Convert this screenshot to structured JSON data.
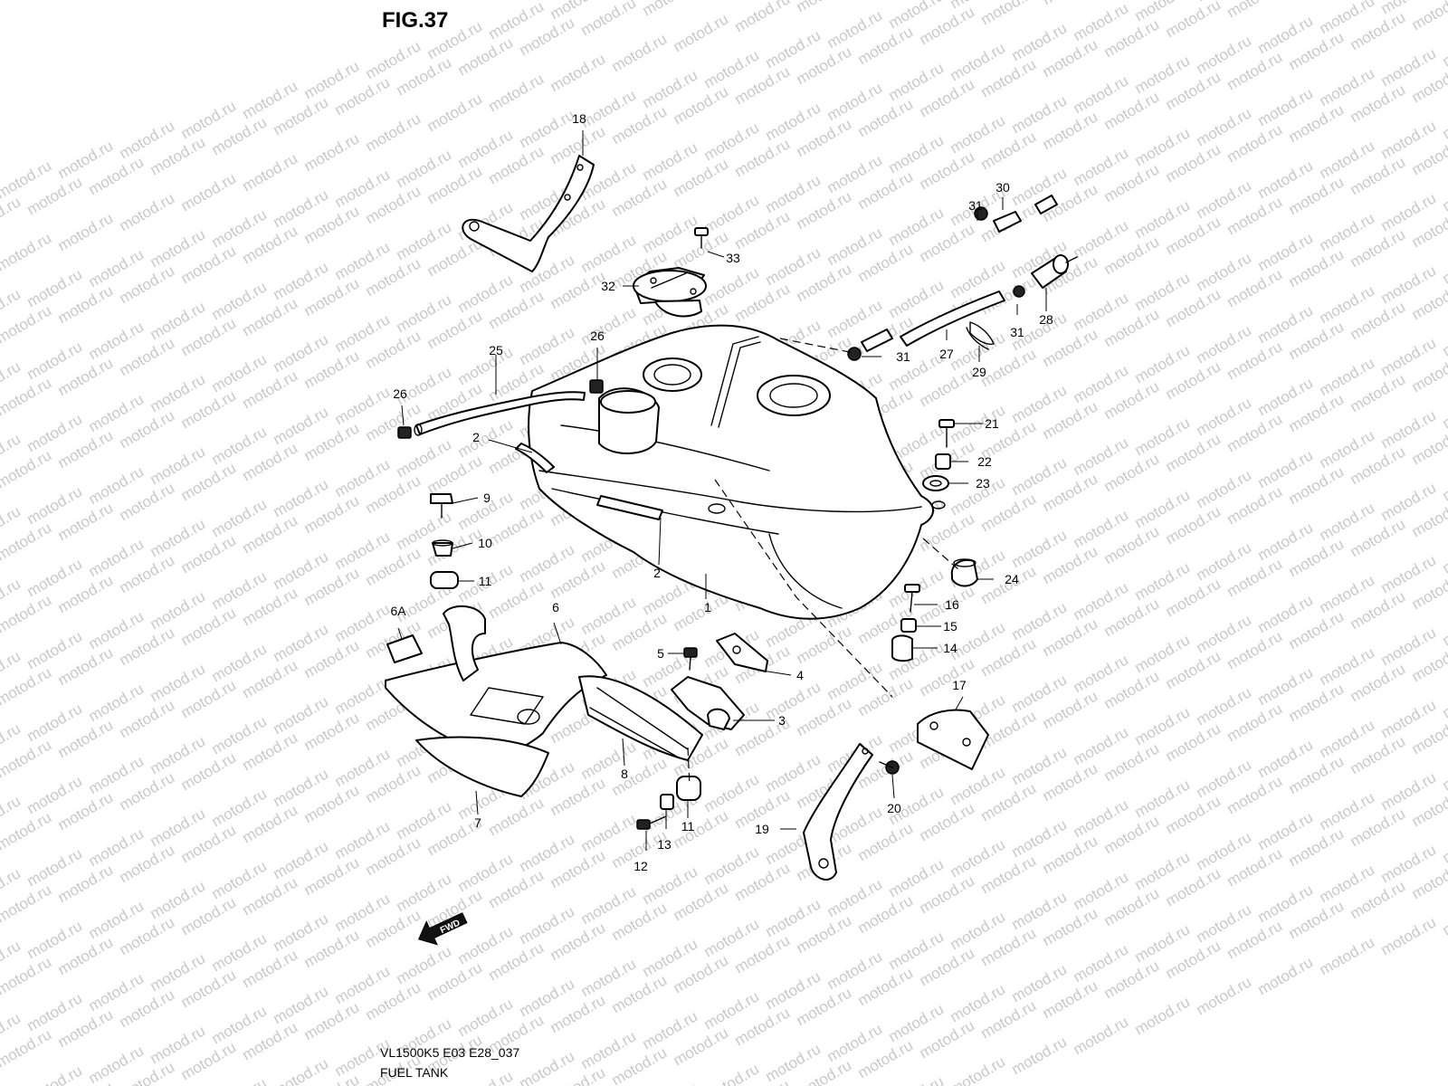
{
  "figure": {
    "title": "FIG.37",
    "model_code": "VL1500K5 E03 E28_037",
    "caption": "FUEL TANK"
  },
  "watermark": {
    "text": "motod.ru"
  },
  "direction_marker": {
    "label": "FWD",
    "icon": "arrow-forward-icon"
  },
  "callouts": [
    {
      "id": "c1",
      "label": "1"
    },
    {
      "id": "c2a",
      "label": "2"
    },
    {
      "id": "c2b",
      "label": "2"
    },
    {
      "id": "c3",
      "label": "3"
    },
    {
      "id": "c4",
      "label": "4"
    },
    {
      "id": "c5",
      "label": "5"
    },
    {
      "id": "c6",
      "label": "6"
    },
    {
      "id": "c6A",
      "label": "6A"
    },
    {
      "id": "c7",
      "label": "7"
    },
    {
      "id": "c8",
      "label": "8"
    },
    {
      "id": "c9",
      "label": "9"
    },
    {
      "id": "c10",
      "label": "10"
    },
    {
      "id": "c11a",
      "label": "11"
    },
    {
      "id": "c11b",
      "label": "11"
    },
    {
      "id": "c12",
      "label": "12"
    },
    {
      "id": "c13",
      "label": "13"
    },
    {
      "id": "c14",
      "label": "14"
    },
    {
      "id": "c15",
      "label": "15"
    },
    {
      "id": "c16",
      "label": "16"
    },
    {
      "id": "c17",
      "label": "17"
    },
    {
      "id": "c18",
      "label": "18"
    },
    {
      "id": "c19",
      "label": "19"
    },
    {
      "id": "c20",
      "label": "20"
    },
    {
      "id": "c21",
      "label": "21"
    },
    {
      "id": "c22",
      "label": "22"
    },
    {
      "id": "c23",
      "label": "23"
    },
    {
      "id": "c24",
      "label": "24"
    },
    {
      "id": "c25",
      "label": "25"
    },
    {
      "id": "c26a",
      "label": "26"
    },
    {
      "id": "c26b",
      "label": "26"
    },
    {
      "id": "c27",
      "label": "27"
    },
    {
      "id": "c28",
      "label": "28"
    },
    {
      "id": "c29",
      "label": "29"
    },
    {
      "id": "c30",
      "label": "30"
    },
    {
      "id": "c31a",
      "label": "31"
    },
    {
      "id": "c31b",
      "label": "31"
    },
    {
      "id": "c31c",
      "label": "31"
    },
    {
      "id": "c32",
      "label": "32"
    },
    {
      "id": "c33",
      "label": "33"
    }
  ]
}
